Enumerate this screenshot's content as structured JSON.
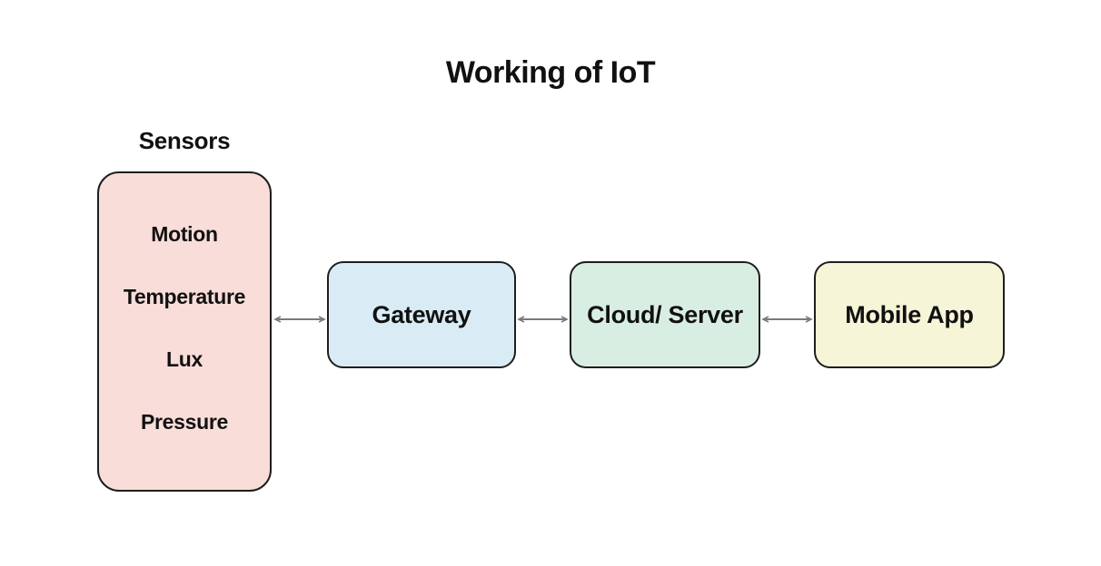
{
  "title": "Working of IoT",
  "colors": {
    "background": "#ffffff",
    "border": "#1e1e1e",
    "arrow": "#7a7a7a",
    "text": "#111111",
    "sensors_fill": "#f9ddd9",
    "gateway_fill": "#d9ecf5",
    "cloud_fill": "#d9eee2",
    "mobile_fill": "#f6f5d8"
  },
  "sensors": {
    "label": "Sensors",
    "items": [
      "Motion",
      "Temperature",
      "Lux",
      "Pressure"
    ]
  },
  "nodes": {
    "gateway": {
      "label": "Gateway"
    },
    "cloud": {
      "label": "Cloud/ Server"
    },
    "mobile": {
      "label": "Mobile App"
    }
  },
  "connections": [
    {
      "from": "Sensors",
      "to": "Gateway",
      "bidirectional": true
    },
    {
      "from": "Gateway",
      "to": "Cloud/ Server",
      "bidirectional": true
    },
    {
      "from": "Cloud/ Server",
      "to": "Mobile App",
      "bidirectional": true
    }
  ]
}
